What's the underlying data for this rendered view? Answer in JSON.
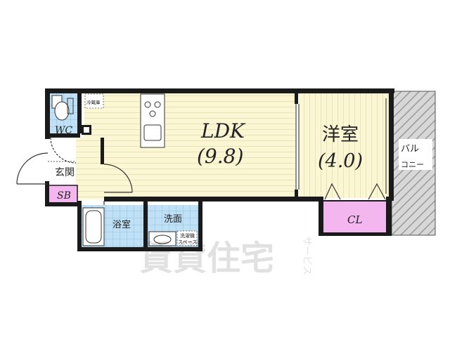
{
  "rooms": {
    "ldk_name": "LDK",
    "ldk_size": "(9.8)",
    "western_name": "洋室",
    "western_size": "(4.0)",
    "wc": "WC",
    "entrance": "玄関",
    "sb": "SB",
    "bath": "浴室",
    "washroom": "洗面",
    "closet": "CL",
    "balcony_line1": "バル",
    "balcony_line2": "コニー"
  },
  "fixtures": {
    "fridge": "冷蔵庫",
    "washer_line1": "洗濯機",
    "washer_line2": "スペース"
  },
  "watermark": {
    "main": "賃貸住宅",
    "side": "サービス"
  },
  "colors": {
    "wall": "#1a1a1a",
    "ldk_floor": "#fbf6d4",
    "floor_stripe": "#e9e2b5",
    "tile": "#bfe0f5",
    "tile_grid": "#86b9db",
    "pink": "#f3b6ef",
    "balcony_hatch": "#9a9a9a",
    "balcony_bg": "#d7d7d7"
  }
}
